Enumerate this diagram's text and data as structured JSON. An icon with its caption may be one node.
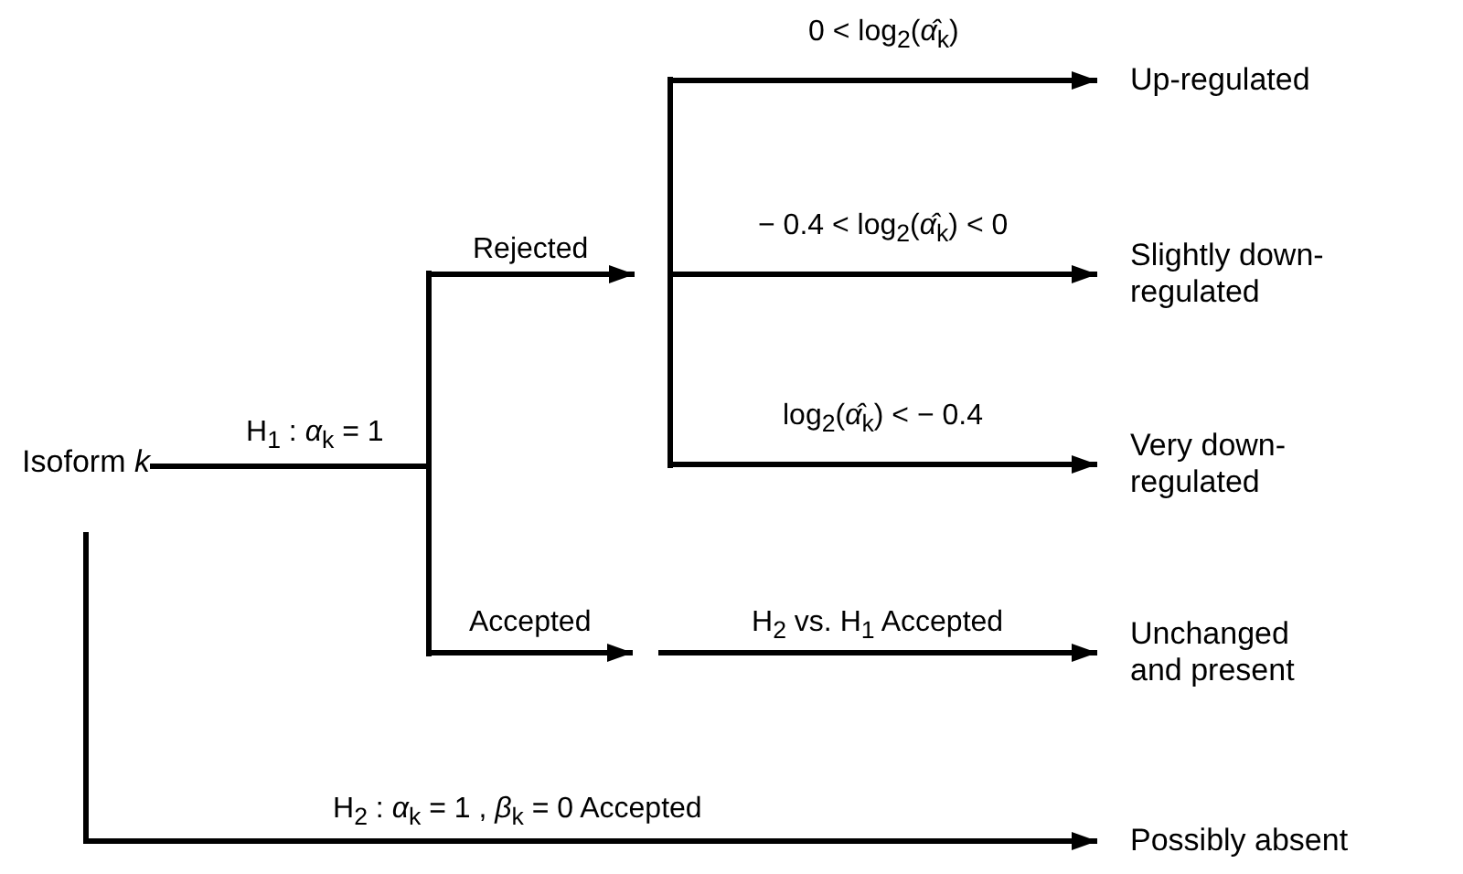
{
  "diagram": {
    "nodes": [
      {
        "text": [
          "Isoform *k*"
        ]
      },
      {
        "text": [],
        "shape": "bar"
      },
      {
        "text": [],
        "shape": "bar"
      },
      {
        "text": [
          "Up-regulated"
        ]
      },
      {
        "text": [
          "Slightly down-regulated"
        ]
      },
      {
        "text": [
          "Very down-regulated"
        ]
      },
      {
        "text": [
          "Unchanged and present"
        ]
      },
      {
        "text": [
          "Possibly absent"
        ]
      }
    ],
    "edges": [
      {
        "from": 0,
        "to": 1,
        "arrow": "none",
        "label": "H$_{1}$ : *α*$_{k}$ = 1"
      },
      {
        "from": 1,
        "to": 2,
        "arrow": "to",
        "label": "Rejected"
      },
      {
        "from": 2,
        "to": 3,
        "arrow": "to",
        "label": "0 < log$_{2}$(*α̂*$_{k}$)"
      },
      {
        "from": 2,
        "to": 4,
        "arrow": "to",
        "label": "− 0.4 < log$_{2}$(*α̂*$_{k}$) < 0"
      },
      {
        "from": 2,
        "to": 5,
        "arrow": "to",
        "label": "log$_{2}$(*α̂*$_{k}$) < − 0.4"
      },
      {
        "from": 1,
        "to": null,
        "arrow": "to",
        "label": "Accepted"
      },
      {
        "from": null,
        "to": 6,
        "arrow": "to",
        "label": "H$_{2}$ vs. H$_{1}$ Accepted"
      },
      {
        "from": 0,
        "to": 7,
        "arrow": "to",
        "label": "H$_{2}$ : *α*$_{k}$ = 1 , *β*$_{k}$ = 0 Accepted"
      }
    ]
  }
}
